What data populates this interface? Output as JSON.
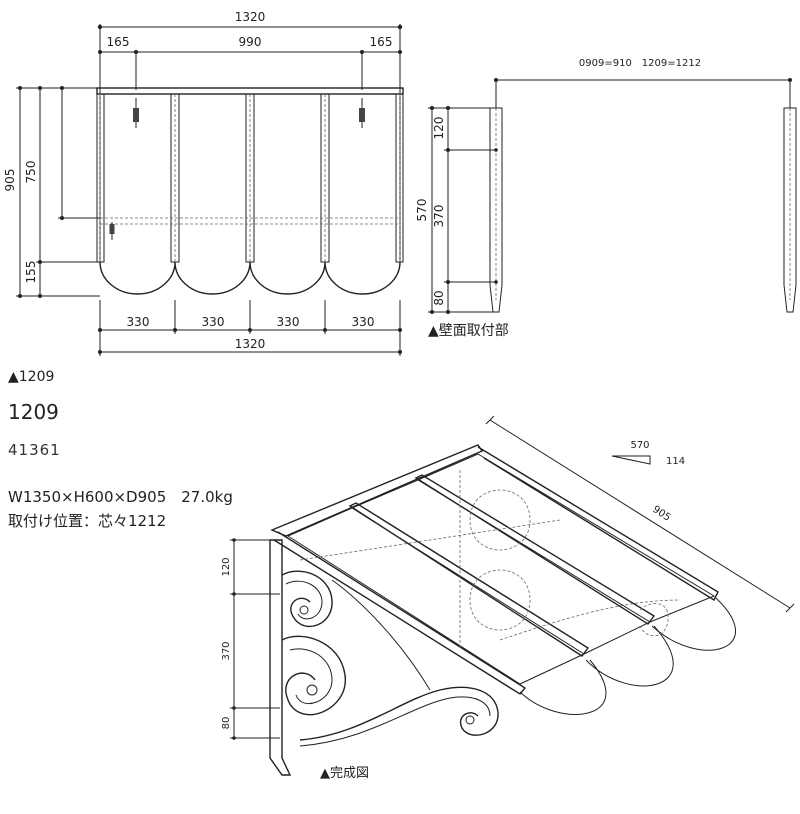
{
  "top_view": {
    "overall_width_top": "1320",
    "left_offset": "165",
    "center_span": "990",
    "right_offset": "165",
    "height_total": "905",
    "height_upper": "750",
    "height_lower": "155",
    "panel_widths": [
      "330",
      "330",
      "330",
      "330"
    ],
    "overall_width_bottom": "1320",
    "caption": "▲1209"
  },
  "side_view": {
    "spacing_label": "0909=910　1209=1212",
    "dim_top": "120",
    "dim_mid": "370",
    "dim_bottom": "80",
    "dim_total": "570",
    "caption": "▲壁面取付部"
  },
  "product": {
    "model": "1209",
    "code": "41361",
    "spec_line": "W1350×H600×D905　27.0kg",
    "mount_line": "取付け位置：芯々1212"
  },
  "perspective": {
    "slope_width": "570",
    "slope_rise": "114",
    "depth": "905",
    "dim_top": "120",
    "dim_mid": "370",
    "dim_bottom": "80",
    "caption": "▲完成図"
  }
}
